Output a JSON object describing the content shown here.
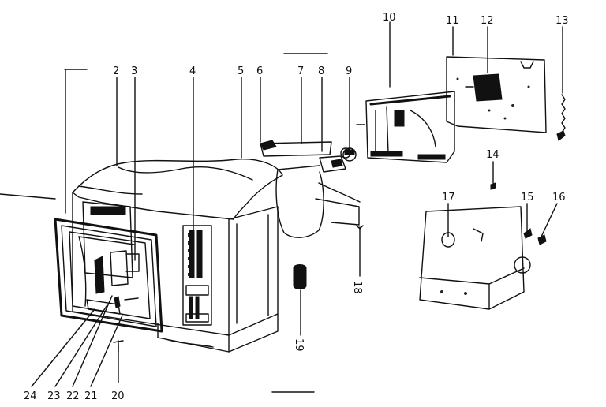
{
  "diagram": {
    "callouts": [
      {
        "id": "2",
        "label": "2"
      },
      {
        "id": "3",
        "label": "3"
      },
      {
        "id": "4",
        "label": "4"
      },
      {
        "id": "5",
        "label": "5"
      },
      {
        "id": "6",
        "label": "6"
      },
      {
        "id": "7",
        "label": "7"
      },
      {
        "id": "8",
        "label": "8"
      },
      {
        "id": "9",
        "label": "9"
      },
      {
        "id": "10",
        "label": "10"
      },
      {
        "id": "11",
        "label": "11"
      },
      {
        "id": "12",
        "label": "12"
      },
      {
        "id": "13",
        "label": "13"
      },
      {
        "id": "14",
        "label": "14"
      },
      {
        "id": "15",
        "label": "15"
      },
      {
        "id": "16",
        "label": "16"
      },
      {
        "id": "17",
        "label": "17"
      },
      {
        "id": "18",
        "label": "18"
      },
      {
        "id": "19",
        "label": "19"
      },
      {
        "id": "20",
        "label": "20"
      },
      {
        "id": "21",
        "label": "21"
      },
      {
        "id": "22",
        "label": "22"
      },
      {
        "id": "23",
        "label": "23"
      },
      {
        "id": "24",
        "label": "24"
      }
    ]
  }
}
